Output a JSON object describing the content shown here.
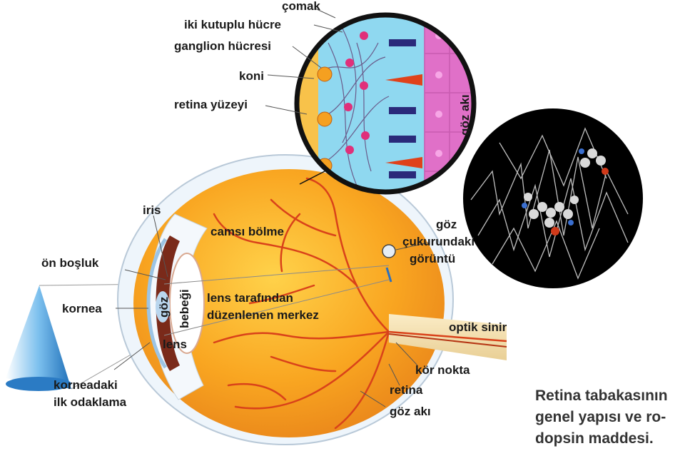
{
  "labels": {
    "comak": "çomak",
    "iki_kutuplu_hucre": "iki kutuplu hücre",
    "ganglion_hucresi": "ganglion hücresi",
    "koni": "koni",
    "retina_yuzeyi": "retina yüzeyi",
    "goz_aki_inset": "göz akı",
    "iris": "iris",
    "camsi_bolme": "camsı bölme",
    "on_bosluk": "ön boşluk",
    "goz": "göz",
    "bebegi": "bebeği",
    "kornea": "kornea",
    "lens": "lens",
    "lens_center_1": "lens tarafından",
    "lens_center_2": "düzenlenen merkez",
    "goz_cukurundaki_1": "göz",
    "goz_cukurundaki_2": "çukurundaki",
    "goz_cukurundaki_3": "görüntü",
    "optik_sinir": "optik sinir",
    "kor_nokta": "kör nokta",
    "retina": "retina",
    "goz_aki": "göz akı",
    "korneadaki_1": "korneadaki",
    "korneadaki_2": "ilk odaklama"
  },
  "caption": {
    "line1": "Retina tabakasının",
    "line2": "genel yapısı ve ro-",
    "line3": "dopsin maddesi."
  },
  "colors": {
    "eyeball": "#f6a623",
    "vessel": "#d9421a",
    "inset_bg": "#8fd8f0",
    "inset_frame": "#111111",
    "goz_aki_band": "#e070c8",
    "cone": "#5aa6e0",
    "nerve": "#f2dca8"
  }
}
